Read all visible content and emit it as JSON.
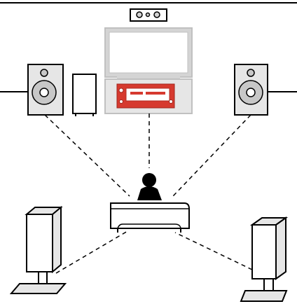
{
  "diagram": {
    "type": "home theater speaker layout",
    "colors": {
      "background": "#ffffff",
      "outline": "#000000",
      "light_gray": "#e6e6e6",
      "mid_gray": "#d4d4d4",
      "speaker_fill": "#c7c7c7",
      "receiver_red": "#d63a2f"
    },
    "components": [
      "center-speaker",
      "tv",
      "av-receiver",
      "front-left-speaker",
      "front-right-speaker",
      "subwoofer",
      "listener",
      "sofa",
      "surround-left-speaker",
      "surround-right-speaker"
    ]
  }
}
